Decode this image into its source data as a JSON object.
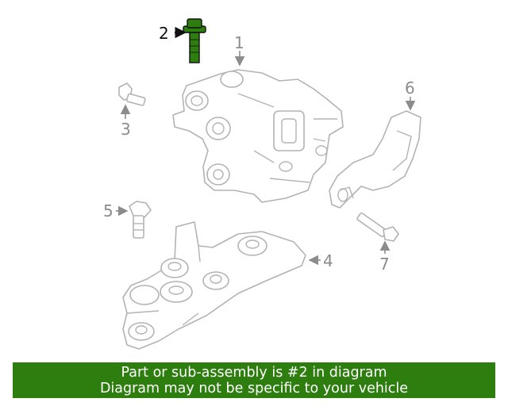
{
  "callouts": {
    "c1": "1",
    "c2": "2",
    "c3": "3",
    "c4": "4",
    "c5": "5",
    "c6": "6",
    "c7": "7"
  },
  "highlight_color": "#2e7d0f",
  "banner": {
    "line1": "Part or sub-assembly is #2 in diagram",
    "line2": "Diagram may not be specific to your vehicle",
    "background": "#2e7d0f"
  }
}
